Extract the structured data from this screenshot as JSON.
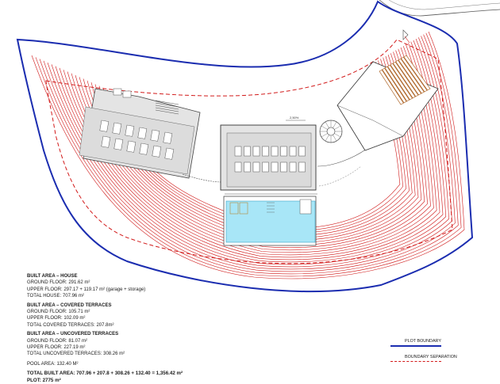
{
  "plan": {
    "scale_label": "2,50%",
    "colors": {
      "plot_boundary": "#1b2db0",
      "boundary_separation": "#d21a1a",
      "contours": "#d01818",
      "pool": "#a8e6f7",
      "building": "#e4e4e4"
    }
  },
  "notes": {
    "house": {
      "heading": "BUILT AREA – HOUSE",
      "lines": [
        "GROUND FLOOR: 291.62 m²",
        "UPPER FLOOR: 297.17 + 119.17 m² (garage + storage)",
        "TOTAL HOUSE: 707.96 m²"
      ]
    },
    "covered": {
      "heading": "BUILT AREA – COVERED TERRACES",
      "lines": [
        "GROUND FLOOR: 105.71 m²",
        "UPPER FLOOR: 102.09 m²",
        "TOTAL COVERED TERRACES: 207.8m²"
      ]
    },
    "uncovered": {
      "heading": "BUILT AREA – UNCOVERED TERRACES",
      "lines": [
        "GROUND FLOOR: 81.07 m²",
        "UPPER FLOOR: 227.19 m²",
        "TOTAL UNCOVERED TERRACES: 308.26 m²"
      ]
    },
    "pool_area": "POOL AREA: 132.40 M²",
    "total_built": "TOTAL BUILT AREA: 707.96 + 207.8 + 308.26 + 132.40 = 1,356.42 m²",
    "plot": "PLOT: 2775 m²"
  },
  "legend": {
    "plot_boundary": "PLOT BOUNDARY",
    "boundary_separation": "BOUNDARY SEPARATION"
  }
}
